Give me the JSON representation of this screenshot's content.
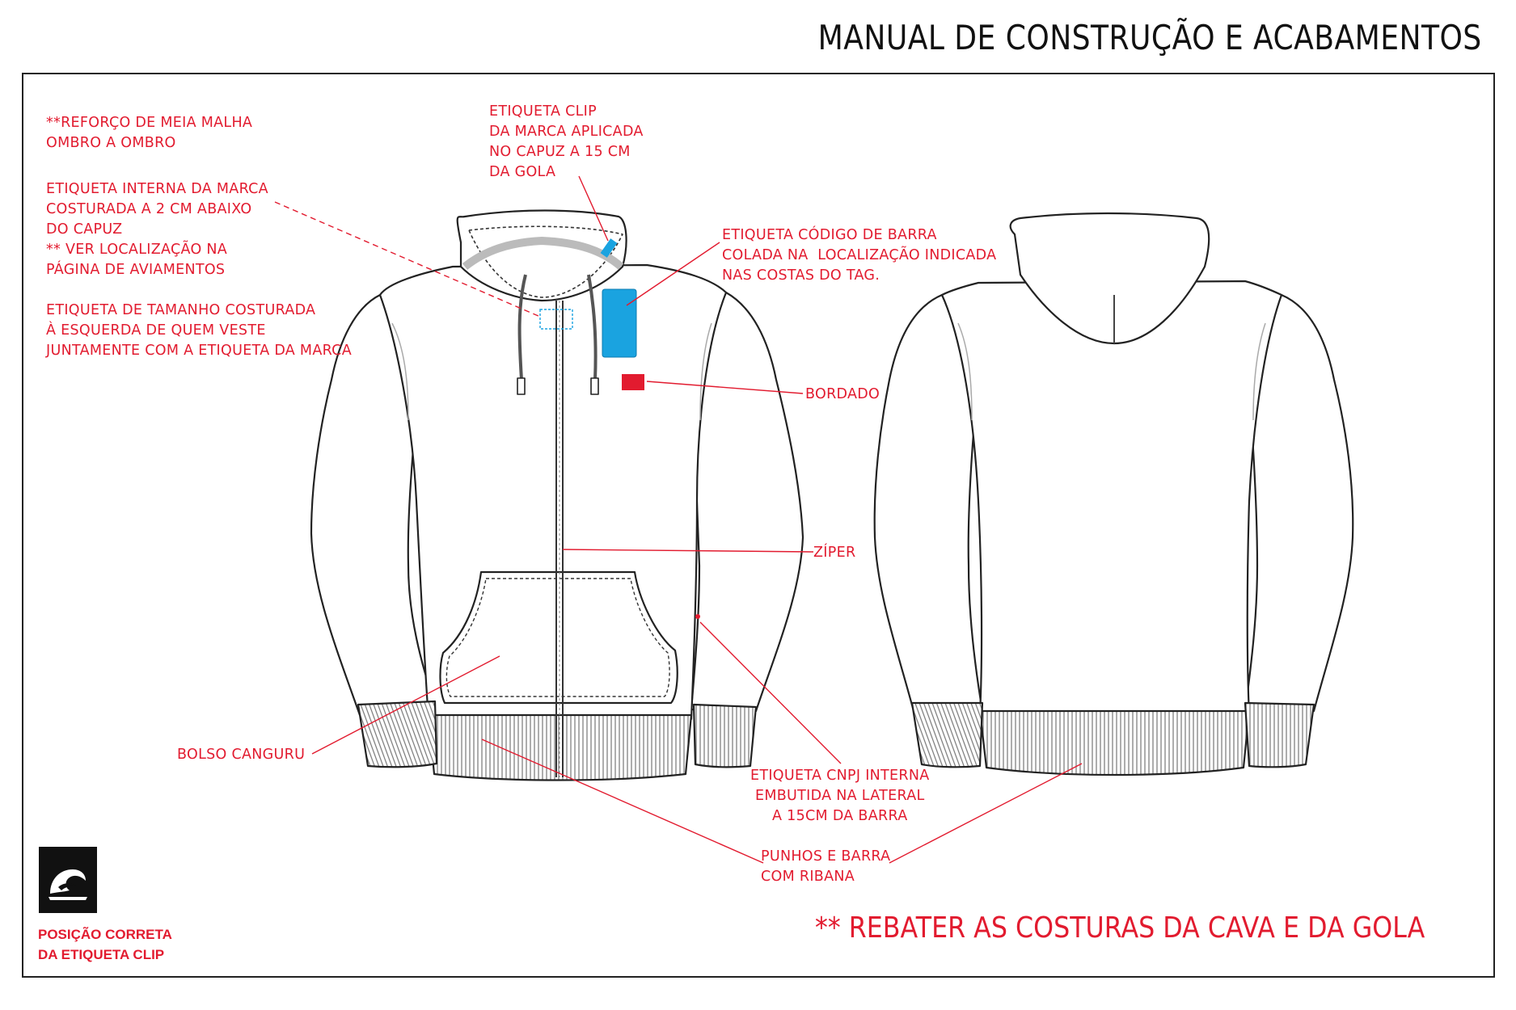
{
  "title": "MANUAL DE CONSTRUÇÃO E ACABAMENTOS",
  "labels": {
    "reforco": "**REFORÇO DE MEIA MALHA\nOMBRO A OMBRO",
    "etiqueta_interna": "ETIQUETA INTERNA DA MARCA\nCOSTURADA A 2 CM ABAIXO\nDO CAPUZ\n** VER LOCALIZAÇÃO NA\nPÁGINA DE AVIAMENTOS",
    "etiqueta_tamanho": "ETIQUETA DE TAMANHO COSTURADA\nÀ ESQUERDA DE QUEM VESTE\nJUNTAMENTE COM A ETIQUETA DA MARCA",
    "etiqueta_clip": "ETIQUETA CLIP\nDA MARCA APLICADA\nNO CAPUZ A 15 CM\nDA GOLA",
    "codigo_barra": "ETIQUETA CÓDIGO DE BARRA\nCOLADA NA  LOCALIZAÇÃO INDICADA\nNAS COSTAS DO TAG.",
    "bordado": "BORDADO",
    "ziper": "ZÍPER",
    "bolso": "BOLSO CANGURU",
    "cnpj": "ETIQUETA CNPJ INTERNA\nEMBUTIDA NA LATERAL\nA 15CM DA BARRA",
    "punhos": "PUNHOS E BARRA\nCOM RIBANA"
  },
  "note": "** REBATER AS COSTURAS DA CAVA E DA GOLA",
  "logo_caption": "POSIÇÃO CORRETA\nDA ETIQUETA CLIP",
  "icons": [
    "brand-wave-logo-icon"
  ],
  "colors": {
    "annotation": "#e21b2f",
    "tag": "#1aa3e0",
    "outline": "#222222"
  }
}
